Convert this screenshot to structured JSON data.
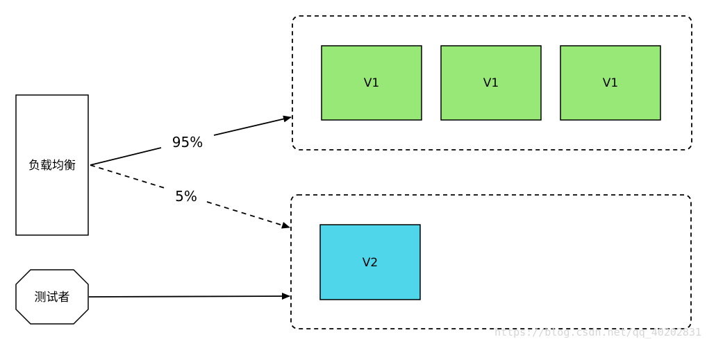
{
  "load_balancer": {
    "label": "负载均衡"
  },
  "tester": {
    "label": "测试者"
  },
  "edges": {
    "v1_percent": "95%",
    "v2_percent": "5%"
  },
  "v1_group": {
    "instances": [
      "V1",
      "V1",
      "V1"
    ],
    "color": "#98e878"
  },
  "v2_group": {
    "instances": [
      "V2"
    ],
    "color": "#4fd6ea"
  },
  "watermark": "https://blog.csdn.net/qq_40202831"
}
